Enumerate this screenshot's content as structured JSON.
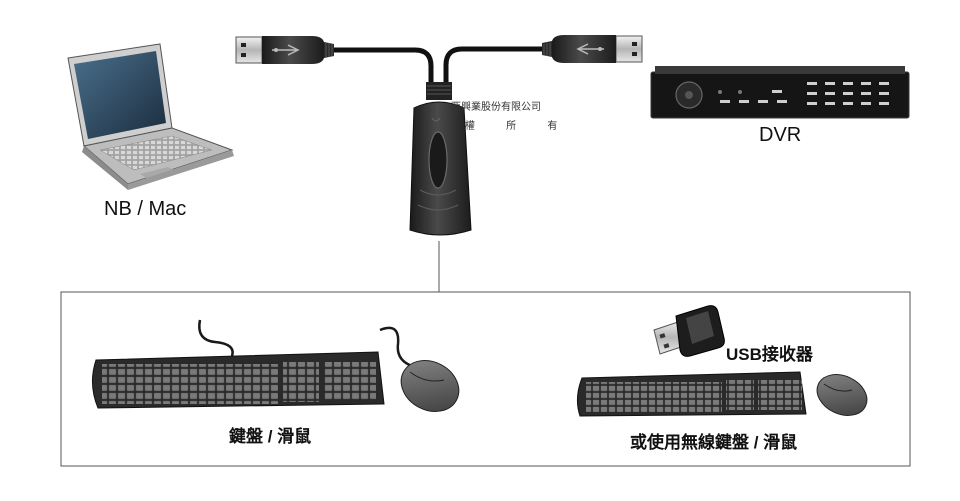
{
  "labels": {
    "laptop": "NB / Mac",
    "dvr": "DVR",
    "keyboard_mouse": "鍵盤 / 滑鼠",
    "usb_receiver": "USB接收器",
    "wireless_keyboard_mouse": "或使用無線鍵盤 / 滑鼠"
  },
  "watermark": {
    "company": "西興業股份有限公司",
    "rights": "權 所 有"
  },
  "icons": {
    "laptop": "laptop-icon",
    "dvr": "dvr-icon",
    "adapter": "usb-adapter-icon",
    "usb_plug": "usb-plug-icon",
    "keyboard": "keyboard-icon",
    "mouse": "mouse-icon",
    "receiver": "usb-receiver-icon"
  },
  "colors": {
    "device_dark": "#2b2b2b",
    "key_gray": "#6d6d6d",
    "frame": "#555555"
  }
}
